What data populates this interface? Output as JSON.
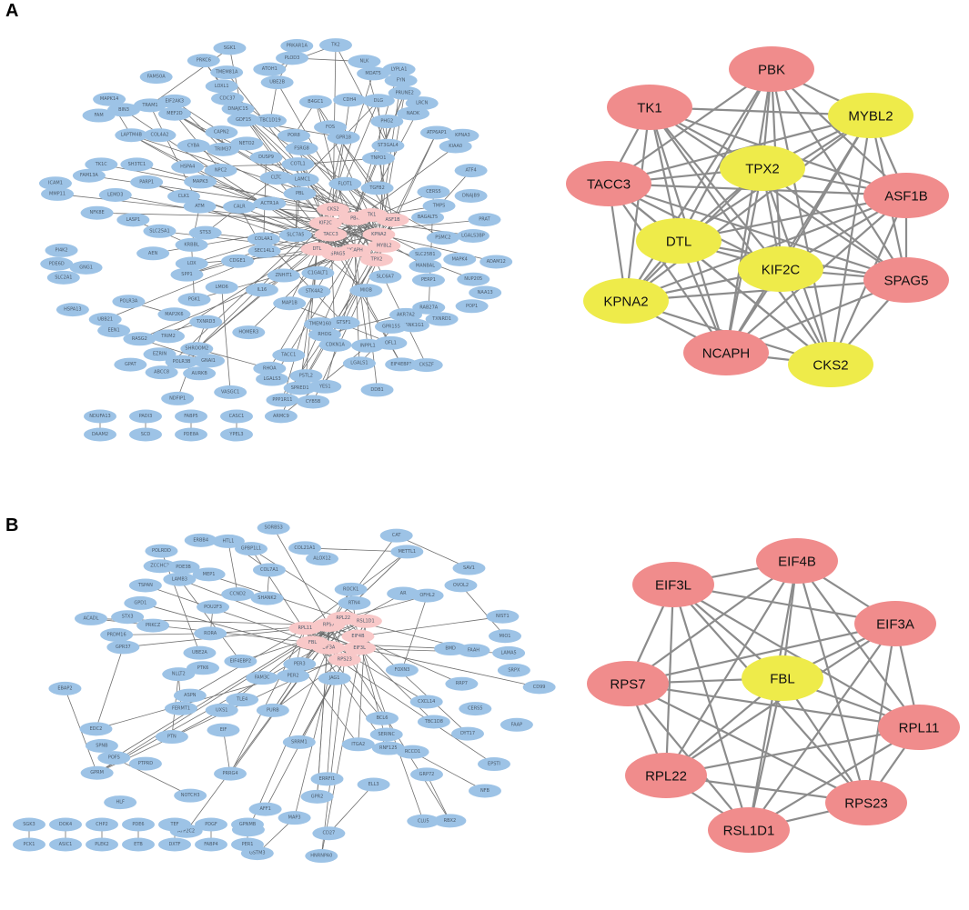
{
  "panels": [
    {
      "label": "A",
      "large_network": {
        "hub_nodes": [
          "KPNA2",
          "MYBL2",
          "TPX2",
          "NCAPH",
          "SPAG5",
          "DTL",
          "TACC3",
          "KIF2C",
          "CKS2",
          "PBK",
          "TK1",
          "ASF1B"
        ],
        "peripheral_nodes": [
          "PPP1R11",
          "AEN",
          "GDF15",
          "TRIM37",
          "INPPL1",
          "LASP1",
          "ZNHIT1",
          "ST3GAL4",
          "GNAI1",
          "GNG1",
          "IL16",
          "B4GC1",
          "LGALS3BP",
          "LGALS1",
          "PSTL2",
          "POLR3B",
          "ATOH1",
          "TBC1D19",
          "STK4A2",
          "MIOB",
          "LMO6",
          "PBL",
          "TRIM2",
          "UBB21",
          "NFK8E",
          "LAMC1",
          "TACC1",
          "GTSF1",
          "C1GALT1",
          "BAGALT5",
          "TRAM1",
          "LGALS3",
          "TMPS",
          "PRUNE2",
          "ADAM12",
          "MDAT5",
          "ATM",
          "EIF2AK3",
          "STS3",
          "RAB27A",
          "MAPK3",
          "MAP1B",
          "DUSP9",
          "PHG2",
          "MMP11",
          "KRBBL",
          "NLK",
          "EIF4EBP1",
          "ICAM1",
          "CDKN1A",
          "TGFB2",
          "POP1",
          "TNPO1",
          "CSNK1G1",
          "COL4A2",
          "COL4A1",
          "RASG2",
          "PDE6D",
          "DDB1",
          "CDGE1",
          "NUP205",
          "PERP1",
          "CAPN2",
          "PRAT",
          "FSRG8",
          "VASGC1",
          "YES1",
          "TK1C",
          "MAP2K6",
          "HSPA13",
          "PRKAR1A",
          "CKSZF",
          "FYN",
          "NAA13",
          "FLOT1",
          "MAPK14",
          "SLC25A1",
          "GPR18",
          "PRKC6",
          "HSPA4",
          "DNAJB9",
          "POR8",
          "RHOG",
          "ATF4",
          "PLOD3",
          "SLC7A5",
          "AURKB",
          "CALR",
          "PSMC2",
          "DLG",
          "KPNA3",
          "PI4K2",
          "FAM13A",
          "SH3TC1",
          "CYBA",
          "TXNRD1",
          "PARP1",
          "CLTC",
          "CDC37",
          "ABCC8",
          "LAPTM4B",
          "CERS5",
          "HOMER3",
          "EEN1",
          "SLC6A7",
          "LYPLA1",
          "OFL1",
          "NPC2",
          "UBE2B",
          "CDH4",
          "DNAJC15",
          "POLR3A",
          "LOXL1",
          "MAPK4",
          "NETO2",
          "RHOA",
          "SPP1",
          "ACTR1A",
          "GPAT",
          "PGK1",
          "SLC2A1",
          "LOX",
          "LEMD3",
          "FAM",
          "AKR7A2",
          "GPR155",
          "BIN3",
          "COTL1",
          "CLK1",
          "NADK",
          "SLC25B1",
          "MANBAL",
          "TXNRD3",
          "SPRED1",
          "FOS",
          "CYB5B",
          "TMEM160",
          "SEC14L1",
          "TK2",
          "NDFIP1",
          "FAM50A",
          "ATP6AP1",
          "TMEM81A",
          "KIAA0",
          "MEF2D",
          "ARMC9",
          "SHROOM2",
          "EZRIN",
          "LRCN",
          "SGK1",
          "NDUFA13",
          "DAAM2",
          "PADI3",
          "SCD",
          "FABP5",
          "PDE8A",
          "CASC1",
          "YPEL3"
        ]
      },
      "core_network": {
        "nodes": [
          {
            "name": "PBK",
            "color": "red"
          },
          {
            "name": "TK1",
            "color": "red"
          },
          {
            "name": "MYBL2",
            "color": "yellow"
          },
          {
            "name": "TPX2",
            "color": "yellow"
          },
          {
            "name": "TACC3",
            "color": "red"
          },
          {
            "name": "ASF1B",
            "color": "red"
          },
          {
            "name": "DTL",
            "color": "yellow"
          },
          {
            "name": "KIF2C",
            "color": "yellow"
          },
          {
            "name": "SPAG5",
            "color": "red"
          },
          {
            "name": "KPNA2",
            "color": "yellow"
          },
          {
            "name": "NCAPH",
            "color": "red"
          },
          {
            "name": "CKS2",
            "color": "yellow"
          }
        ]
      }
    },
    {
      "label": "B",
      "large_network": {
        "hub_nodes": [
          "EIF4B",
          "EIF3L",
          "RPS23",
          "EIF3A",
          "FBL",
          "RPL11",
          "RPS7",
          "RPL22",
          "RSL1D1"
        ],
        "peripheral_nodes": [
          "SRRM1",
          "UBE2A",
          "PURB",
          "UXS1",
          "SAV1",
          "AR",
          "ZCCHC3",
          "EIF4EBP2",
          "RBX2",
          "NIST1",
          "PTK6",
          "MIO1",
          "CLU5",
          "TLE4",
          "CERS5",
          "METTL1",
          "CCND2",
          "STX3",
          "GPBP1L1",
          "RRP7",
          "SERINC",
          "ALOX12",
          "ROCK1",
          "ERRFI1",
          "CXCL14",
          "ATP2C2",
          "FOXN3",
          "OFHL2",
          "PRRG4",
          "NFB",
          "SHANK2",
          "GRP72",
          "RNF125",
          "GPD1",
          "ASPN",
          "CD27",
          "OVOL2",
          "HTL1",
          "EIF",
          "POLRDD",
          "POFS",
          "EPSTI",
          "SRPX",
          "ELL3",
          "AFF1",
          "NLLT2",
          "POU2F3",
          "GPR37",
          "GPR2",
          "GPRM",
          "HNRNPA0",
          "FAAH",
          "JAG1",
          "MAP3",
          "EBAP2",
          "RTN4",
          "PRDM16",
          "TBC1D8",
          "EDC2",
          "LAMB3",
          "FERMT1",
          "COL7A1",
          "FAAP",
          "SORBS3",
          "CD99",
          "TSPAN",
          "DYT17",
          "RORA",
          "PER3",
          "BMD",
          "NOTCH3",
          "FAM3C",
          "PTPRD",
          "BCL6",
          "MEP1",
          "GSTM3",
          "PDE3B",
          "RCCD1",
          "SPNB",
          "CHL1",
          "PTN",
          "COL21A1",
          "LAMA5",
          "PRKCZ",
          "PER2",
          "HLF",
          "ACADL",
          "ITGA2",
          "CAT",
          "ERBB4",
          "SGK3",
          "PCK1",
          "DOK4",
          "ASIC1",
          "CHP2",
          "PLEK2",
          "PDE6",
          "ETB",
          "TEF",
          "DXTF",
          "PDGF",
          "FABP4",
          "GPNMB",
          "PER1"
        ]
      },
      "core_network": {
        "nodes": [
          {
            "name": "EIF4B",
            "color": "red"
          },
          {
            "name": "EIF3L",
            "color": "red"
          },
          {
            "name": "EIF3A",
            "color": "red"
          },
          {
            "name": "RPS7",
            "color": "red"
          },
          {
            "name": "FBL",
            "color": "yellow"
          },
          {
            "name": "RPL11",
            "color": "red"
          },
          {
            "name": "RPL22",
            "color": "red"
          },
          {
            "name": "RPS23",
            "color": "red"
          },
          {
            "name": "RSL1D1",
            "color": "red"
          }
        ]
      }
    }
  ],
  "colors": {
    "core_red": "#f08c8c",
    "core_yellow": "#eeeb4a",
    "small_blue": "#9dc3e6",
    "small_pink": "#f8c8c8",
    "edge_gray": "#8c8c8c"
  }
}
